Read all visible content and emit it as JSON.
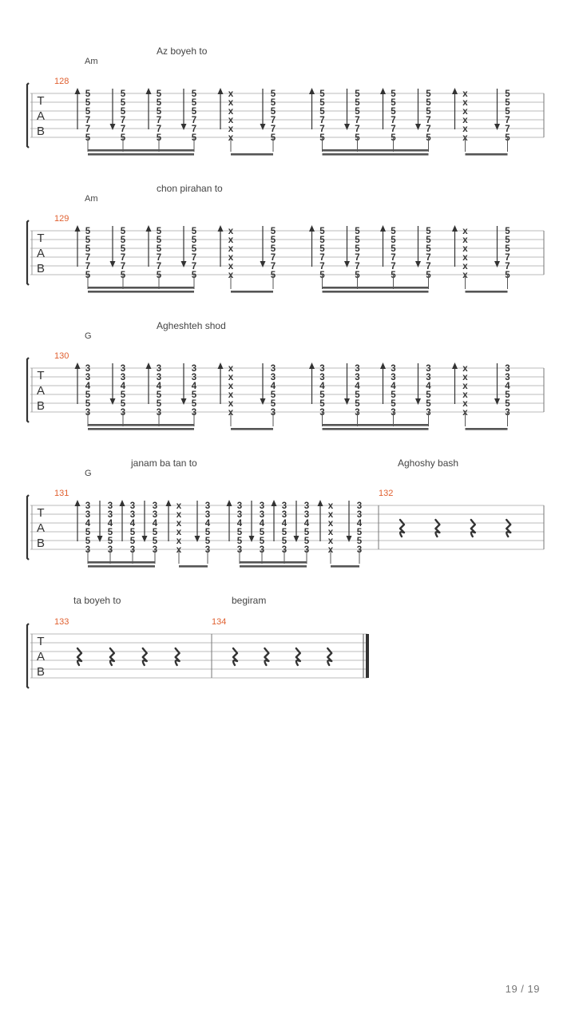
{
  "page": {
    "number_label": "19 / 19"
  },
  "tab_clef": [
    "T",
    "A",
    "B"
  ],
  "systems": [
    {
      "lyrics": [
        "Az boyeh to"
      ],
      "chords": [
        "Am"
      ],
      "measures": [
        {
          "number": "128",
          "pattern": "strum8",
          "frets": [
            "5",
            "5",
            "5",
            "7",
            "7",
            "5"
          ]
        }
      ]
    },
    {
      "lyrics": [
        "chon pirahan to"
      ],
      "chords": [
        "Am"
      ],
      "measures": [
        {
          "number": "129",
          "pattern": "strum8",
          "frets": [
            "5",
            "5",
            "5",
            "7",
            "7",
            "5"
          ]
        }
      ]
    },
    {
      "lyrics": [
        "Agheshteh shod"
      ],
      "chords": [
        "G"
      ],
      "measures": [
        {
          "number": "130",
          "pattern": "strum8",
          "frets": [
            "3",
            "3",
            "4",
            "5",
            "5",
            "3"
          ]
        }
      ]
    },
    {
      "lyrics": [
        "janam ba tan to",
        "Aghoshy bash"
      ],
      "chords": [
        "G"
      ],
      "measures": [
        {
          "number": "131",
          "pattern": "strum8",
          "frets": [
            "3",
            "3",
            "4",
            "5",
            "5",
            "3"
          ]
        },
        {
          "number": "132",
          "pattern": "rests4"
        }
      ]
    },
    {
      "lyrics": [
        "ta boyeh to",
        "begiram"
      ],
      "chords": [],
      "measures": [
        {
          "number": "133",
          "pattern": "rests4"
        },
        {
          "number": "134",
          "pattern": "rests4"
        }
      ]
    }
  ]
}
